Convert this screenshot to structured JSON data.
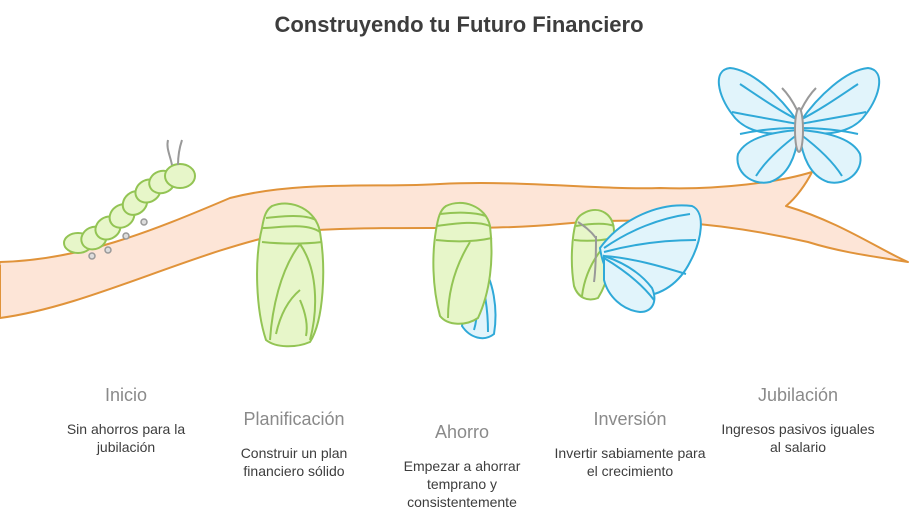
{
  "title": "Construyendo tu Futuro Financiero",
  "colors": {
    "branch_fill": "#fde5d7",
    "branch_stroke": "#e0933a",
    "green_fill": "#e7f6c9",
    "green_stroke": "#93c454",
    "blue_fill": "#e1f4fb",
    "blue_stroke": "#2fa9d8",
    "stage_name": "#8a8a8a",
    "stage_desc": "#3d3d3d"
  },
  "stages": [
    {
      "name": "Inicio",
      "desc": "Sin ahorros para la jubilación",
      "icon": "caterpillar-icon"
    },
    {
      "name": "Planificación",
      "desc": "Construir un plan financiero sólido",
      "icon": "chrysalis-icon"
    },
    {
      "name": "Ahorro",
      "desc": "Empezar a ahorrar temprano y consistentemente",
      "icon": "chrysalis-wing-icon"
    },
    {
      "name": "Inversión",
      "desc": "Invertir sabiamente para el crecimiento",
      "icon": "emerging-butterfly-icon"
    },
    {
      "name": "Jubilación",
      "desc": "Ingresos pasivos iguales al salario",
      "icon": "butterfly-icon"
    }
  ]
}
